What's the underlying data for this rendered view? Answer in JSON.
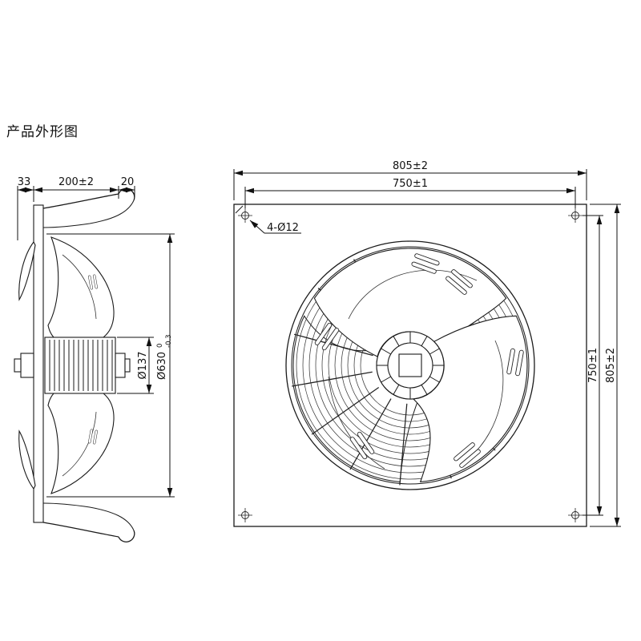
{
  "title": "产品外形图",
  "side_view": {
    "dim_overhang": "33",
    "dim_depth": "200±2",
    "dim_flange": "20",
    "dim_motor_diameter": "Ø137",
    "dim_impeller_diameter": "Ø630",
    "impeller_tol_upper": "0",
    "impeller_tol_lower": "-0.3"
  },
  "front_view": {
    "holes_label": "4-Ø12",
    "dim_outer_width": "805±2",
    "dim_hole_span_width": "750±1",
    "dim_hole_span_height": "750±1",
    "dim_outer_height": "805±2"
  }
}
